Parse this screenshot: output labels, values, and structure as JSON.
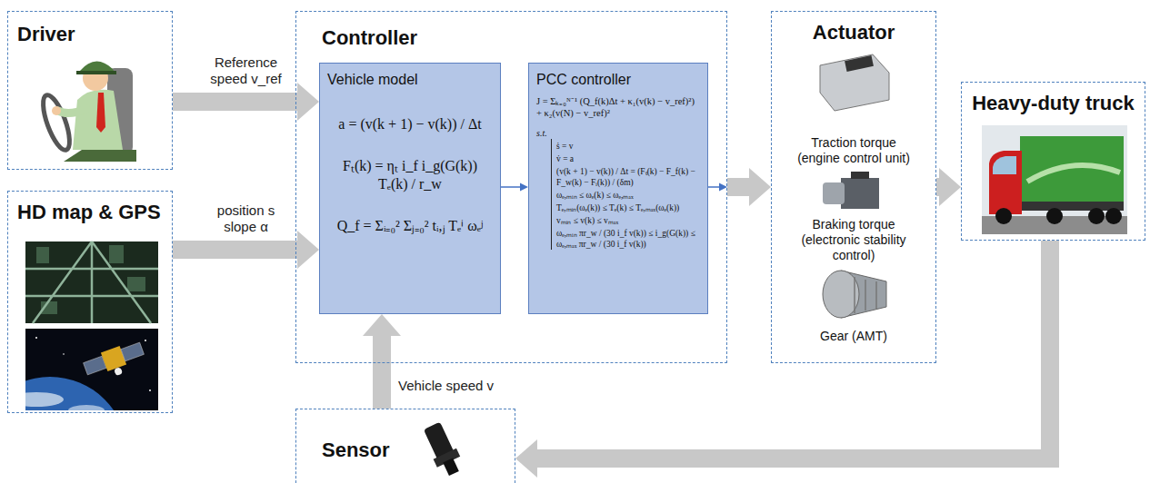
{
  "diagram": {
    "nodes": [
      {
        "text": [
          "Driver"
        ]
      },
      {
        "text": [
          "HD map & GPS"
        ]
      },
      {
        "text": [
          "Controller"
        ]
      },
      {
        "text": [
          "Vehicle model",
          "a = (v(k + 1) − v(k)) / Δt",
          "Fₜ(k) = ηₜ i_f i_g(G(k)) Tₑ(k) / r_w",
          "Q_f = Σᵢ₌₀² Σⱼ₌₀² tᵢ,ⱼ Tₑⁱ ωₑʲ"
        ],
        "in": 2
      },
      {
        "text": [
          "PCC controller",
          "J = Σₖ₌₀ᴺ⁻¹ (Q_f(k)Δt + κ₁(v(k) − v_ref)²) + κ₂(v(N) − v_ref)²",
          "s.t.",
          "ṡ = v",
          "v̇ = a",
          "(v(k + 1) − v(k)) / Δt = (Fₜ(k) − F_f(k) − F_w(k) − Fᵢ(k)) / (δm)",
          "ωₑ,ₘᵢₙ ≤ ωₑ(k) ≤ ωₑ,ₘₐₓ",
          "Tₑ,ₘᵢₙ(ωₑ(k)) ≤ Tₑ(k) ≤ Tₑ,ₘₐₓ(ωₑ(k))",
          "vₘᵢₙ ≤ v(k) ≤ vₘₐₓ",
          "ωₑ,ₘᵢₙ πr_w / (30 i_f v(k)) ≤ i_g(G(k)) ≤ ωₑ,ₘₐₓ πr_w / (30 i_f v(k))"
        ],
        "in": 2
      },
      {
        "text": [
          "Actuator",
          "Traction torque (engine control unit)",
          "Braking torque (electronic stability control)",
          "Gear (AMT)"
        ]
      },
      {
        "text": [
          "Heavy-duty truck"
        ]
      },
      {
        "text": [
          "Sensor"
        ]
      }
    ],
    "edges": [
      {
        "from": 0,
        "to": 3,
        "label": "Reference speed v_ref",
        "arrow": "to"
      },
      {
        "from": 1,
        "to": 3,
        "label": "position s slope α",
        "arrow": "to"
      },
      {
        "from": 3,
        "to": 4,
        "arrow": "to"
      },
      {
        "from": 4,
        "to": 5,
        "arrow": "to"
      },
      {
        "from": 5,
        "to": 6,
        "arrow": "to"
      },
      {
        "from": 6,
        "to": 7,
        "arrow": "to"
      },
      {
        "from": 7,
        "to": 3,
        "label": "Vehicle speed v",
        "arrow": "to"
      }
    ]
  }
}
